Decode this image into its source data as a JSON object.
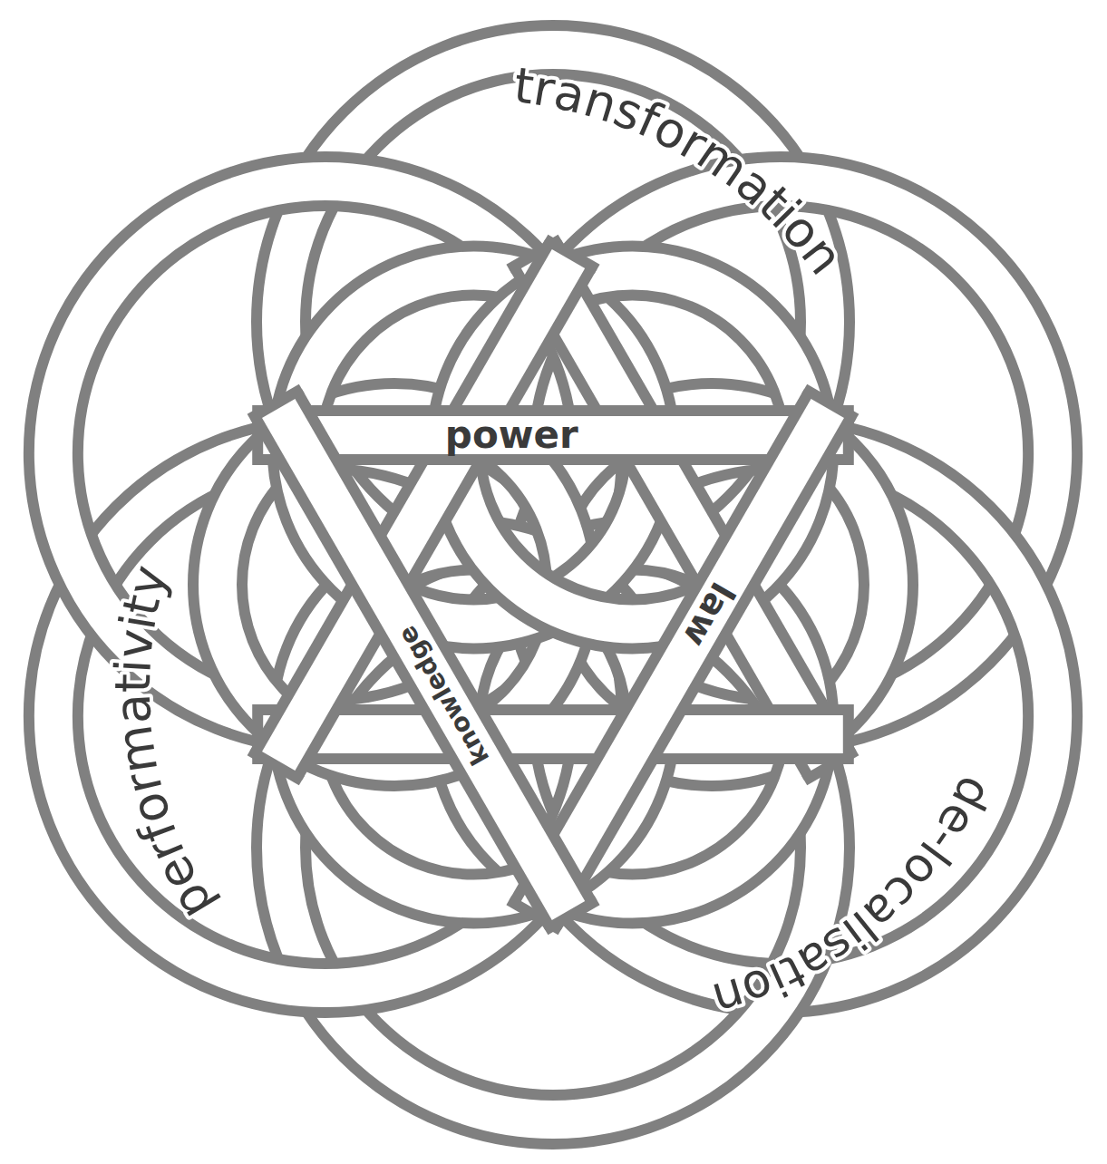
{
  "diagram": {
    "labels": [
      "transformation",
      "de-localisation",
      "performativity",
      "power",
      "law",
      "knowledge"
    ]
  }
}
